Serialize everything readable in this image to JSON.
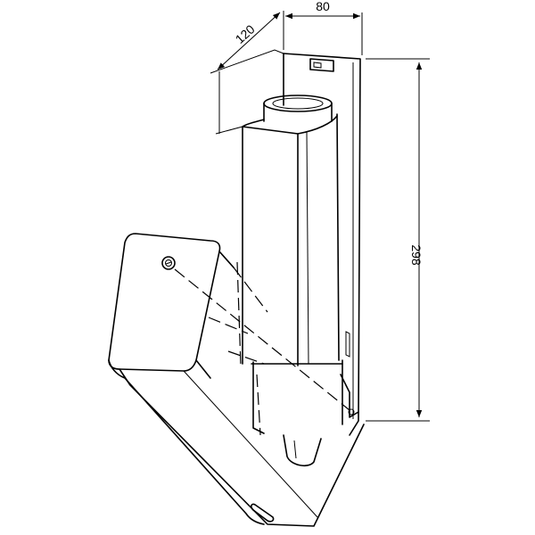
{
  "dimensions": {
    "width": "80",
    "depth": "120",
    "height": "298"
  },
  "colors": {
    "line": "#000000",
    "background": "#ffffff"
  }
}
